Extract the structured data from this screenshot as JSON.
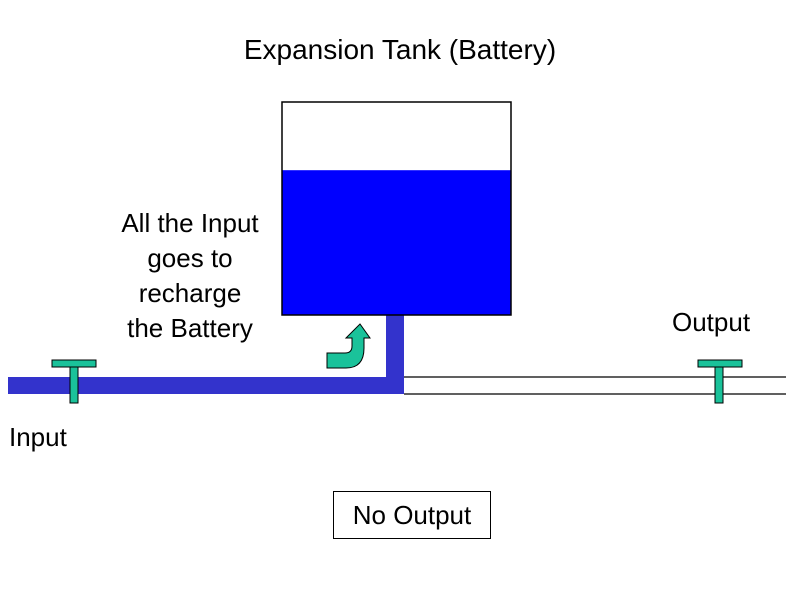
{
  "title": "Expansion Tank (Battery)",
  "note_lines": [
    "All the Input",
    "goes to",
    "recharge",
    "the Battery"
  ],
  "labels": {
    "input": "Input",
    "output": "Output"
  },
  "status": "No Output",
  "tank": {
    "fill_fraction": 0.68
  },
  "colors": {
    "water": "#0000ff",
    "pipe_flow": "#3333cc",
    "valve": "#1ac29a",
    "outline": "#000000"
  },
  "icons": {
    "flow_arrow": "curved-up-arrow-icon",
    "valve": "t-valve-icon"
  }
}
